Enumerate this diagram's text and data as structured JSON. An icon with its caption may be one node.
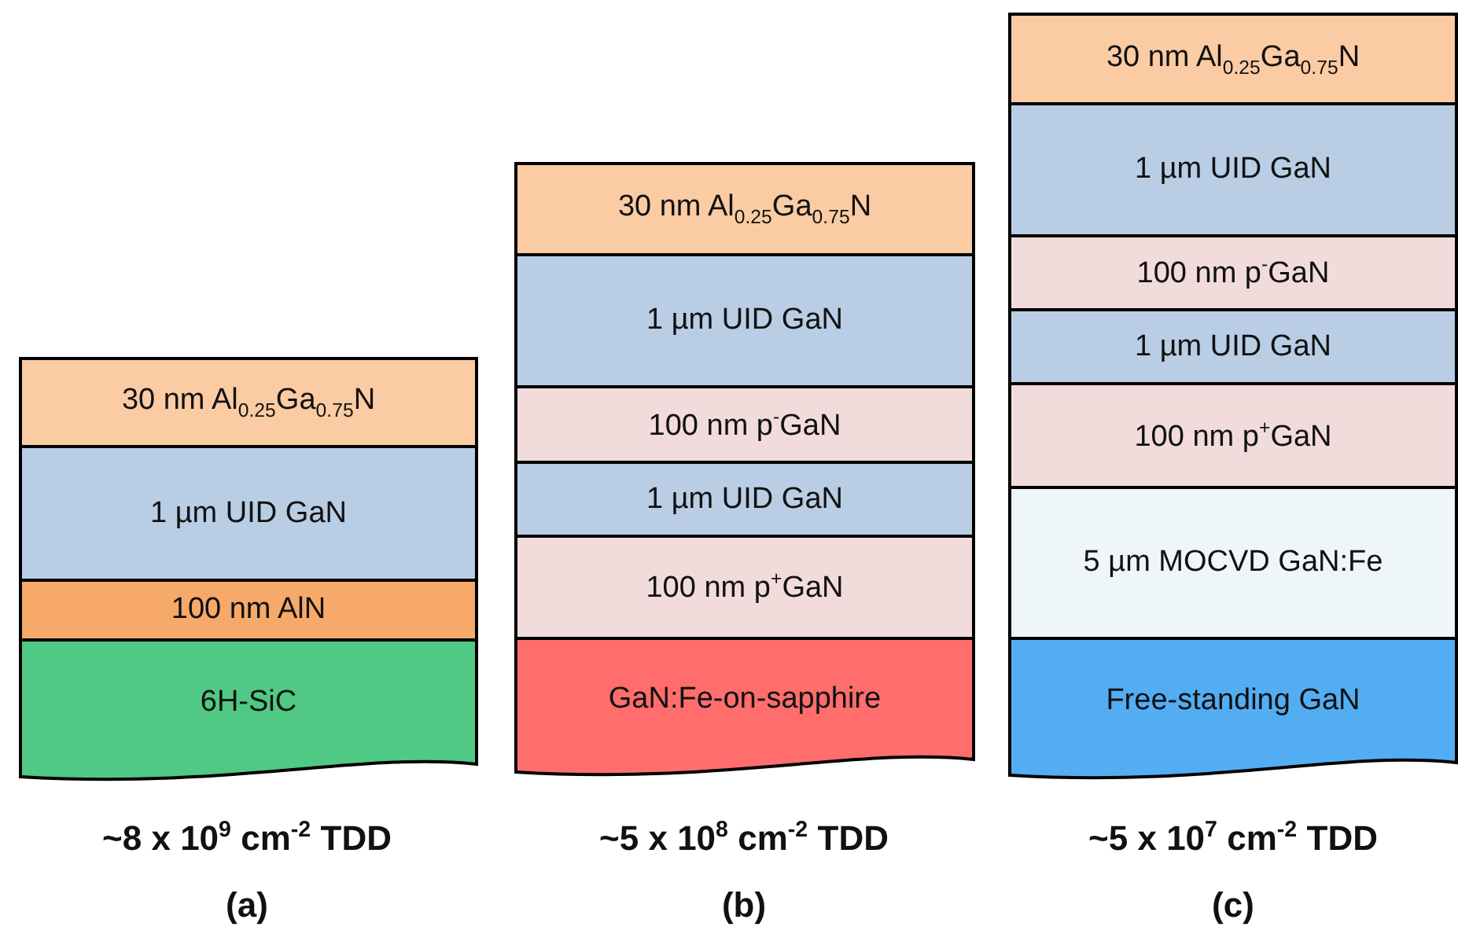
{
  "diagram": {
    "nodes": [
      {
        "text": [
          "30 nm Al$_{0.25}$Ga$_{0.75}$N"
        ]
      },
      {
        "text": [
          "1 µm UID GaN"
        ]
      },
      {
        "text": [
          "100 nm AlN"
        ]
      },
      {
        "text": [
          "6H-SiC"
        ]
      },
      {
        "text": [
          "30 nm Al$_{0.25}$Ga$_{0.75}$N"
        ]
      },
      {
        "text": [
          "1 µm UID GaN"
        ]
      },
      {
        "text": [
          "100 nm p$^{-}$GaN"
        ]
      },
      {
        "text": [
          "1 µm UID GaN"
        ]
      },
      {
        "text": [
          "100 nm p$^{+}$GaN"
        ]
      },
      {
        "text": [
          "GaN:Fe-on-sapphire"
        ]
      },
      {
        "text": [
          "30 nm Al$_{0.25}$Ga$_{0.75}$N"
        ]
      },
      {
        "text": [
          "1 µm UID GaN"
        ]
      },
      {
        "text": [
          "100 nm p$^{-}$GaN"
        ]
      },
      {
        "text": [
          "1 µm UID GaN"
        ]
      },
      {
        "text": [
          "100 nm p$^{+}$GaN"
        ]
      },
      {
        "text": [
          "5 µm MOCVD GaN:Fe"
        ]
      },
      {
        "text": [
          "Free-standing GaN"
        ]
      }
    ],
    "labels": [
      "~8 x 10$^{9}$ cm$^{-2}$ TDD",
      "~5 x 10$^{8}$ cm$^{-2}$ TDD",
      "~5 x 10$^{7}$ cm$^{-2}$ TDD",
      "(a)",
      "(b)",
      "(c)"
    ]
  }
}
